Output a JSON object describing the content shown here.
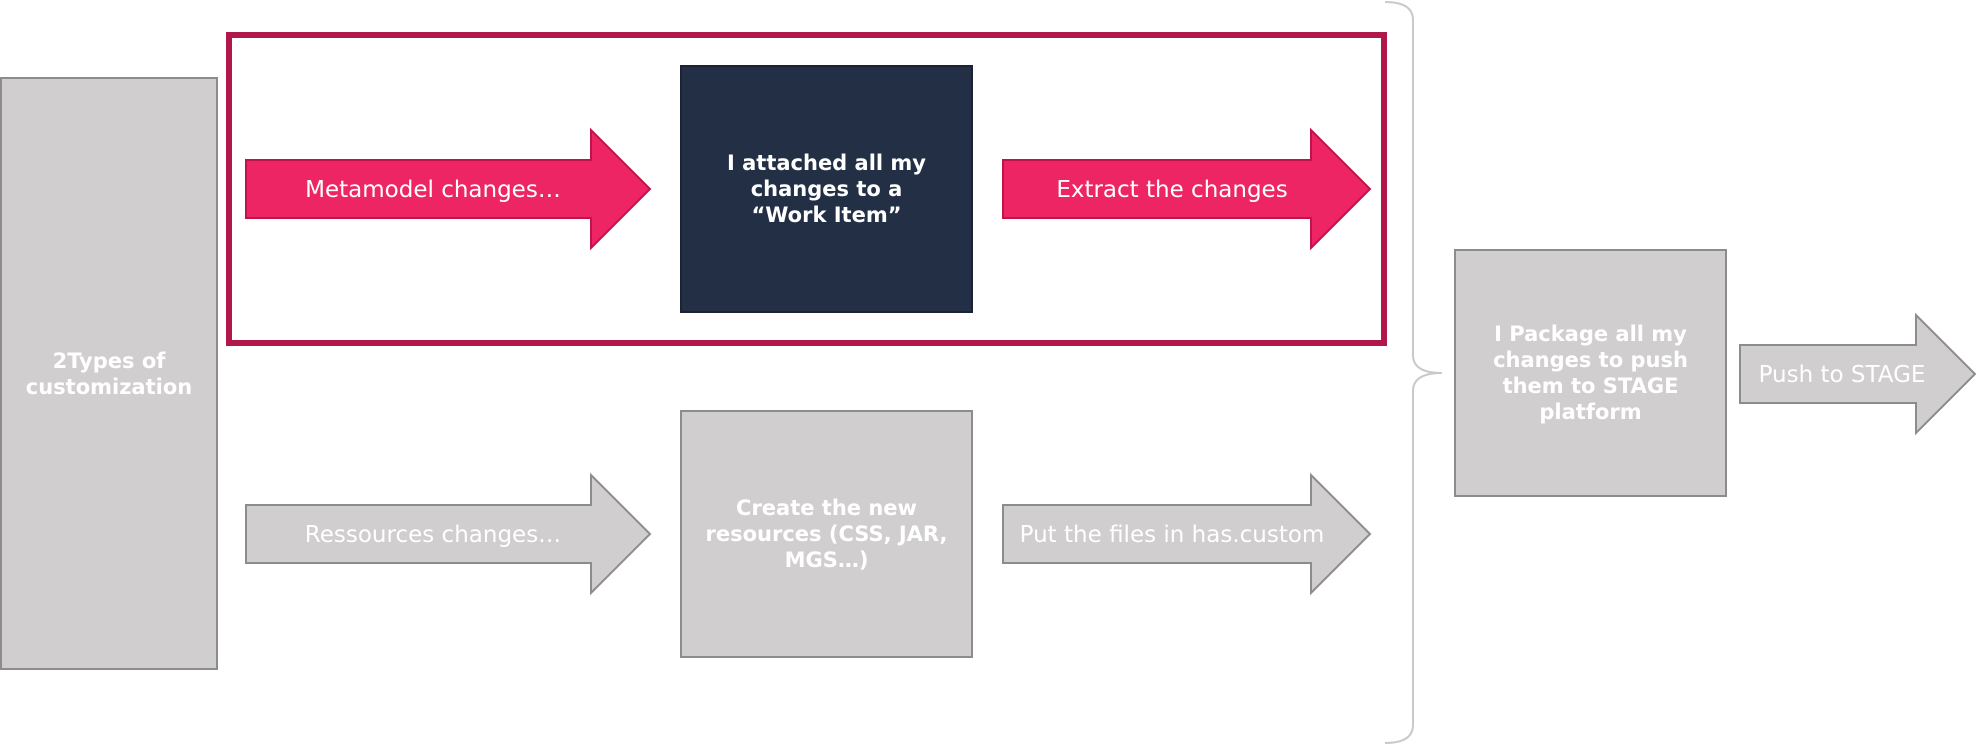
{
  "left_box": {
    "label": "2Types of customization"
  },
  "row_top": {
    "arrow1_label": "Metamodel changes…",
    "box_label": "I attached all my changes to a “Work Item”",
    "arrow2_label": "Extract the changes"
  },
  "row_bottom": {
    "arrow1_label": "Ressources changes…",
    "box_label": "Create the new resources (CSS, JAR, MGS…)",
    "arrow2_label": "Put the files in has.custom"
  },
  "right_box": {
    "label": "I Package all my changes to push them to STAGE platform"
  },
  "final_arrow": {
    "label": "Push to STAGE"
  },
  "colors": {
    "accent_pink": "#ee2564",
    "frame_crimson": "#b0174a",
    "navy": "#222f44",
    "grey": "#d0cece"
  }
}
